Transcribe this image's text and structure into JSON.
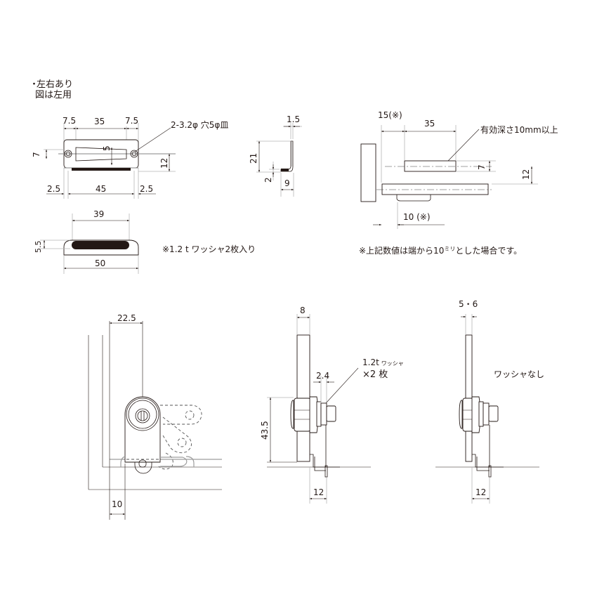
{
  "notes": {
    "bullet": "・",
    "line1": "左右あり",
    "line2": "図は左用",
    "washer_note": "※1.2 t ワッシャ2枚入り",
    "measure_note": "※上記数値は端から10ミリとした場合です。",
    "measure_note_a": "※上記数値は端から10",
    "measure_note_mm": "ミリ",
    "measure_note_b": "とした場合です。"
  },
  "top_view": {
    "dim_left_margin": "7.5",
    "dim_center": "35",
    "dim_right_margin": "7.5",
    "hole_callout": "2-3.2φ 穴5φ皿",
    "dim_slot_height": "5",
    "dim_hole_offset": "7",
    "dim_height": "12",
    "dim_left_edge": "2.5",
    "dim_bottom": "45",
    "dim_right_edge": "2.5"
  },
  "side_view": {
    "dim_thickness": "1.5",
    "dim_height": "21",
    "dim_lip": "2",
    "dim_foot": "9"
  },
  "install_view": {
    "dim_offset": "15(※)",
    "dim_length": "35",
    "depth_callout": "有効深さ10mm以上",
    "dim_hole": "7",
    "dim_height": "12",
    "dim_edge": "10 (※)"
  },
  "washer_view": {
    "dim_slot": "39",
    "dim_thickness": "5.5",
    "dim_width": "50"
  },
  "front_install": {
    "dim_center": "22.5",
    "dim_edge": "10"
  },
  "section_with_washer": {
    "dim_panel": "8",
    "dim_washer": "2.4",
    "washer_callout_line1": "1.2t",
    "washer_callout_small": "ワッシャ",
    "washer_callout_line2": "×2 枚",
    "dim_height": "43.5",
    "dim_offset": "12"
  },
  "section_no_washer": {
    "dim_panel": "5・6",
    "label": "ワッシャなし",
    "dim_offset": "12"
  }
}
